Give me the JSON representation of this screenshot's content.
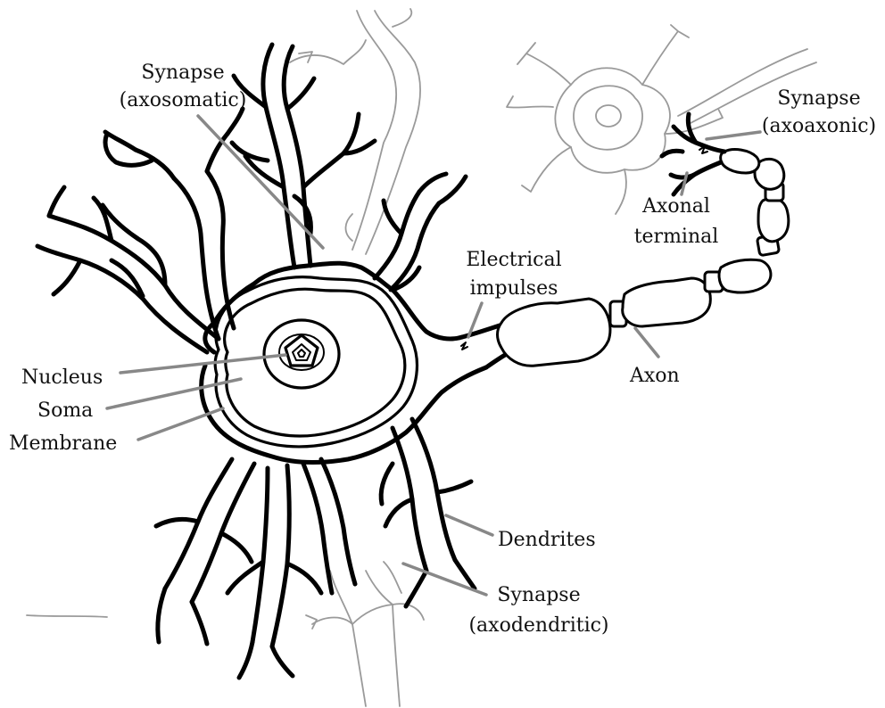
{
  "labels": {
    "synapse_axosomatic": [
      "Synapse",
      "(axosomatic)"
    ],
    "synapse_axoaxonic": [
      "Synapse",
      "(axoaxonic)"
    ],
    "axonal_terminal": [
      "Axonal",
      "terminal"
    ],
    "electrical_impulses": [
      "Electrical",
      "impulses"
    ],
    "nucleus": "Nucleus",
    "soma": "Soma",
    "membrane": "Membrane",
    "axon": "Axon",
    "dendrites": "Dendrites",
    "synapse_axodendritic": [
      "Synapse",
      "(axodendritic)"
    ]
  },
  "colors": {
    "outline": "#000000",
    "ghost_neurons": "#9a9a9a",
    "leader_lines": "#888888",
    "background": "#ffffff"
  }
}
